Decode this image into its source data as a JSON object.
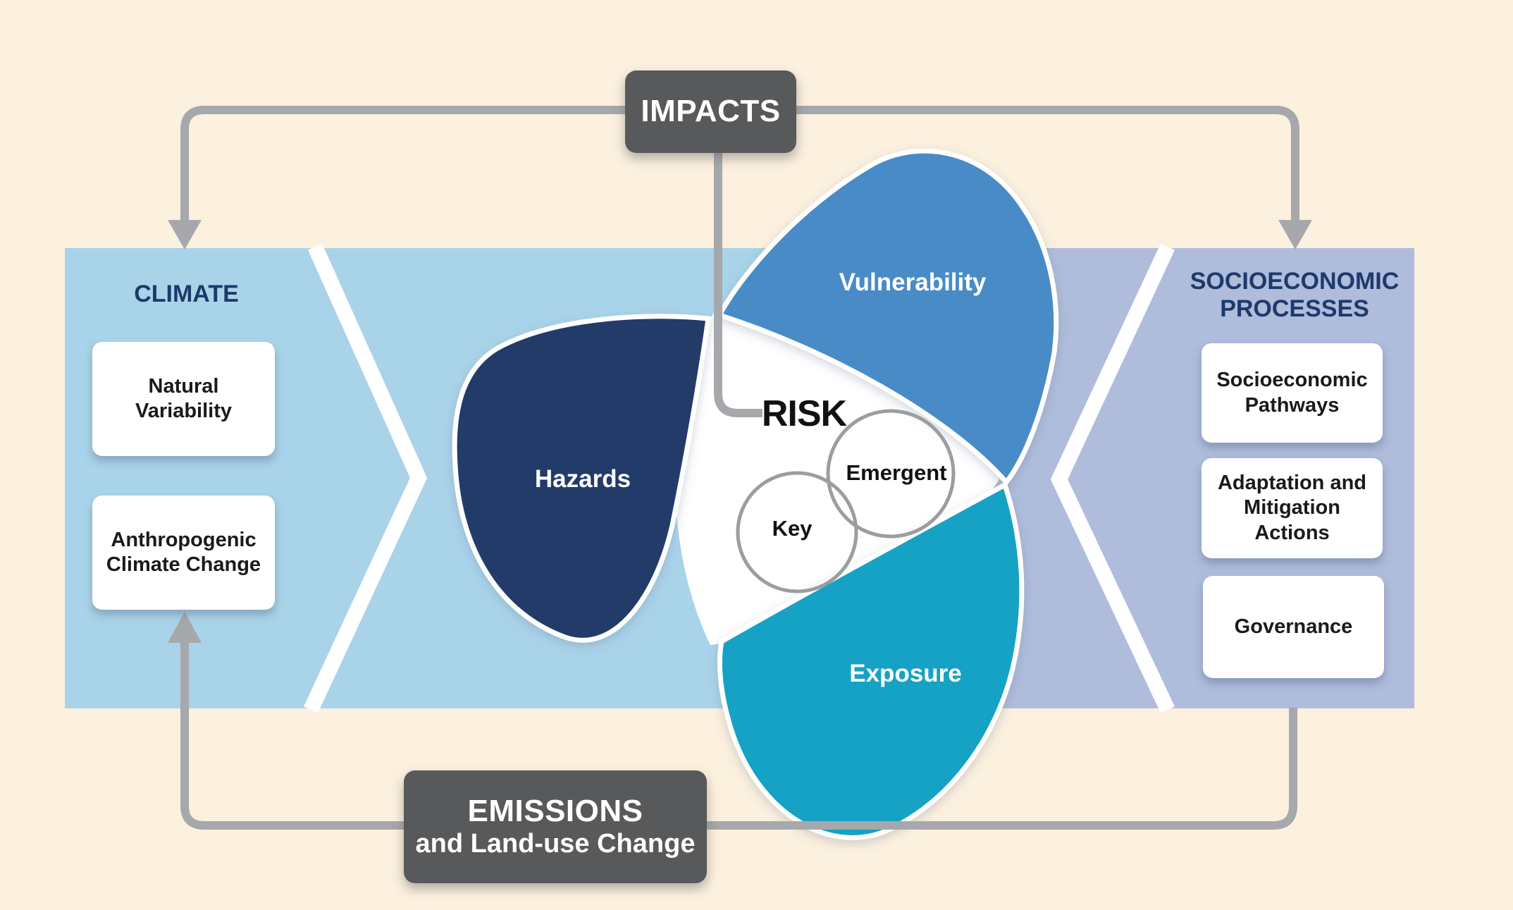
{
  "impacts": {
    "label": "IMPACTS"
  },
  "emissions": {
    "line1": "EMISSIONS",
    "line2": "and Land-use Change"
  },
  "climate": {
    "header": "CLIMATE",
    "boxes": [
      {
        "label": "Natural Variability"
      },
      {
        "label": "Anthropogenic Climate Change"
      }
    ]
  },
  "socioeconomic": {
    "header_line1": "SOCIOECONOMIC",
    "header_line2": "PROCESSES",
    "boxes": [
      {
        "label": "Socioeconomic Pathways"
      },
      {
        "label": "Adaptation and Mitigation Actions"
      },
      {
        "label": "Governance"
      }
    ]
  },
  "venn": {
    "hazards": "Hazards",
    "vulnerability": "Vulnerability",
    "exposure": "Exposure",
    "risk": "RISK",
    "key_circle": "Key",
    "emergent_circle": "Emergent"
  },
  "colors": {
    "background": "#FCF0DE",
    "climate_band": "#A9D3E9",
    "socioeconomic_band": "#AFBCDC",
    "hazards_petal": "#233A69",
    "vulnerability_petal": "#4A8BC6",
    "exposure_petal": "#12A2C4",
    "connector_gray": "#A6A8AB",
    "dark_box": "#58595B",
    "header_text": "#1E3A6B",
    "risk_circles": "#9B9DA0"
  }
}
